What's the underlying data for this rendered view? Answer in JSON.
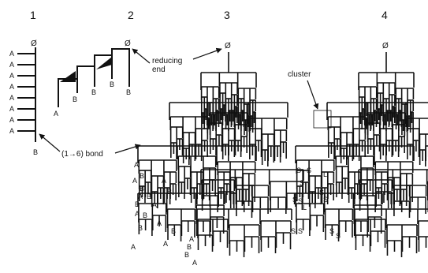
{
  "panels": [
    {
      "number": "1"
    },
    {
      "number": "2"
    },
    {
      "number": "3"
    },
    {
      "number": "4"
    }
  ],
  "reducing_end_symbol": "Ø",
  "annotations": {
    "reducing_end": "reducing\nend",
    "bond": "(1→6) bond",
    "cluster": "cluster"
  },
  "chain_labels": {
    "A": "A",
    "B": "B",
    "S": "S",
    "L": "L"
  }
}
